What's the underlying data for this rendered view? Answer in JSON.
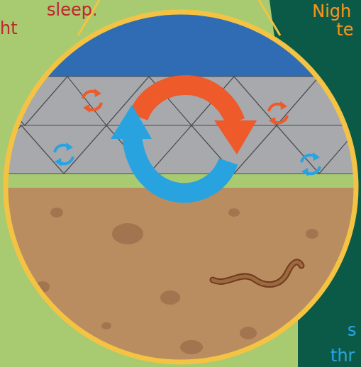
{
  "diagram": {
    "labels": [
      "sleep.",
      "ht",
      "Nigh",
      "te",
      "s",
      "thr"
    ]
  }
}
